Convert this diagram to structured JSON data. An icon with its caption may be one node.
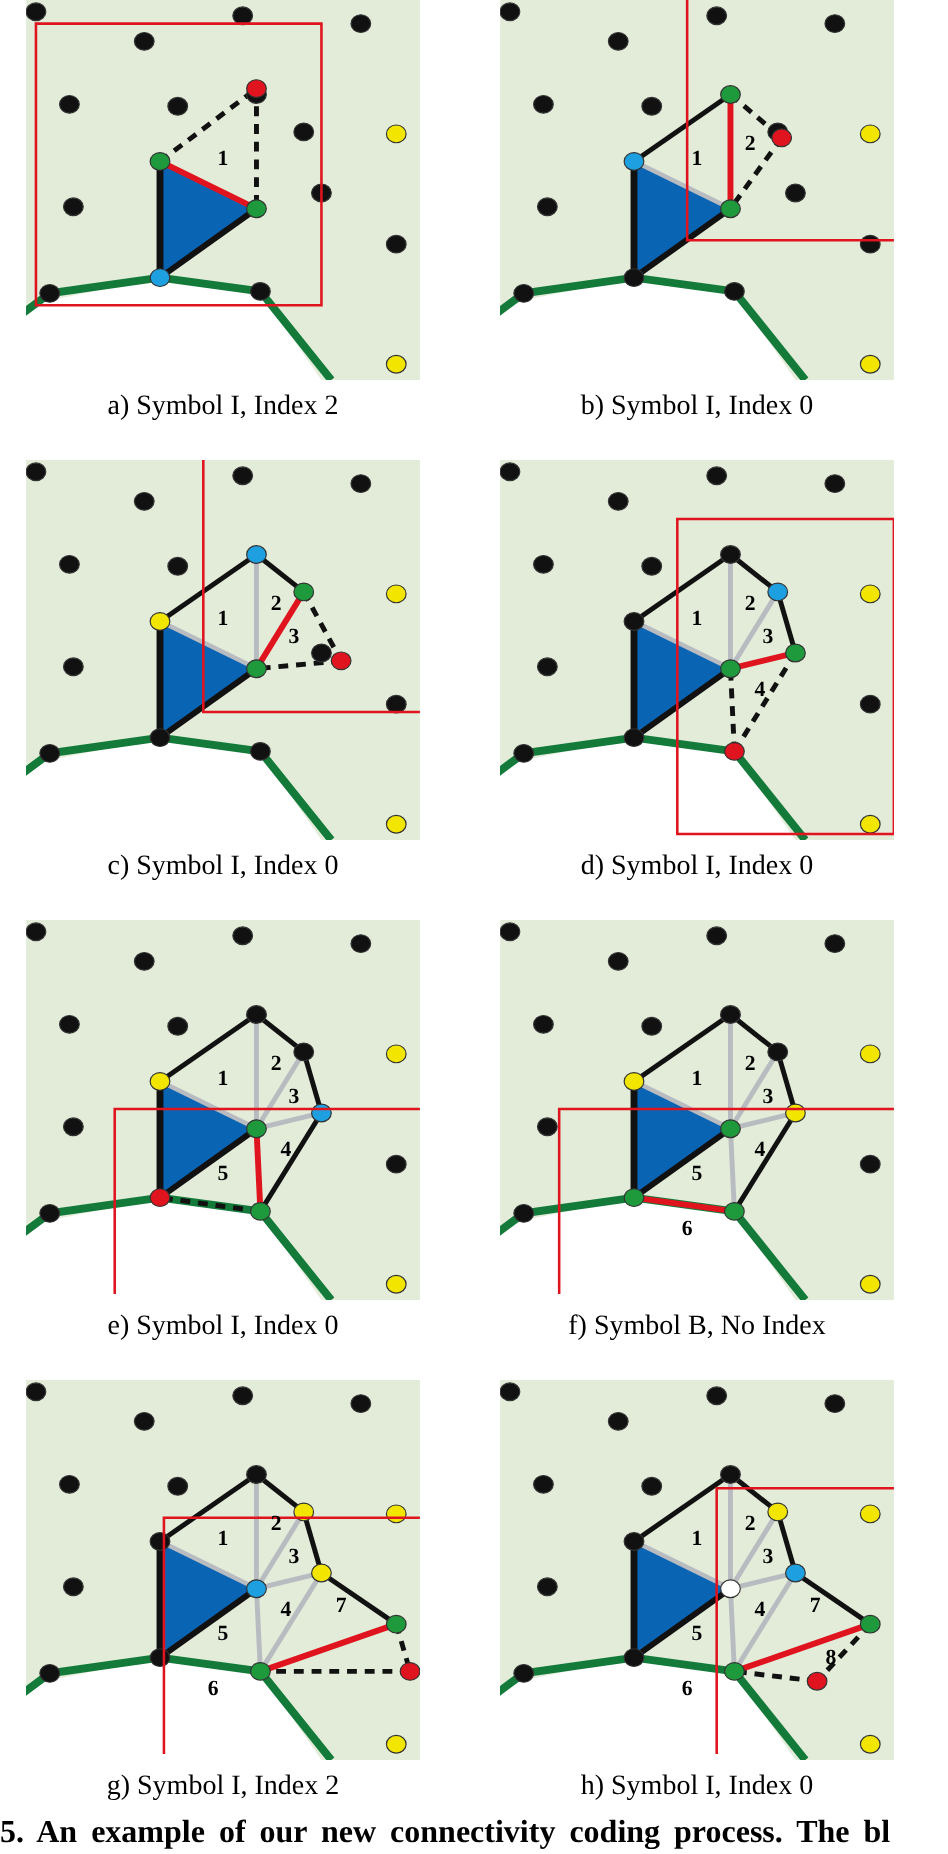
{
  "diagram": {
    "caption": "5. An example of our new connectivity coding process. The bl",
    "labels": [
      "1",
      "a) Symbol I, Index 2",
      "1",
      "2",
      "b) Symbol I, Index 0",
      "1",
      "2",
      "3",
      "c) Symbol I, Index 0",
      "1",
      "2",
      "3",
      "4",
      "d) Symbol I, Index 0",
      "1",
      "2",
      "3",
      "4",
      "5",
      "e) Symbol I, Index 0",
      "1",
      "2",
      "3",
      "4",
      "5",
      "6",
      "f) Symbol B, No Index",
      "1",
      "2",
      "3",
      "4",
      "5",
      "7",
      "6",
      "g) Symbol I, Index 2",
      "1",
      "2",
      "3",
      "4",
      "5",
      "7",
      "8",
      "6",
      "h) Symbol I, Index 0"
    ]
  }
}
